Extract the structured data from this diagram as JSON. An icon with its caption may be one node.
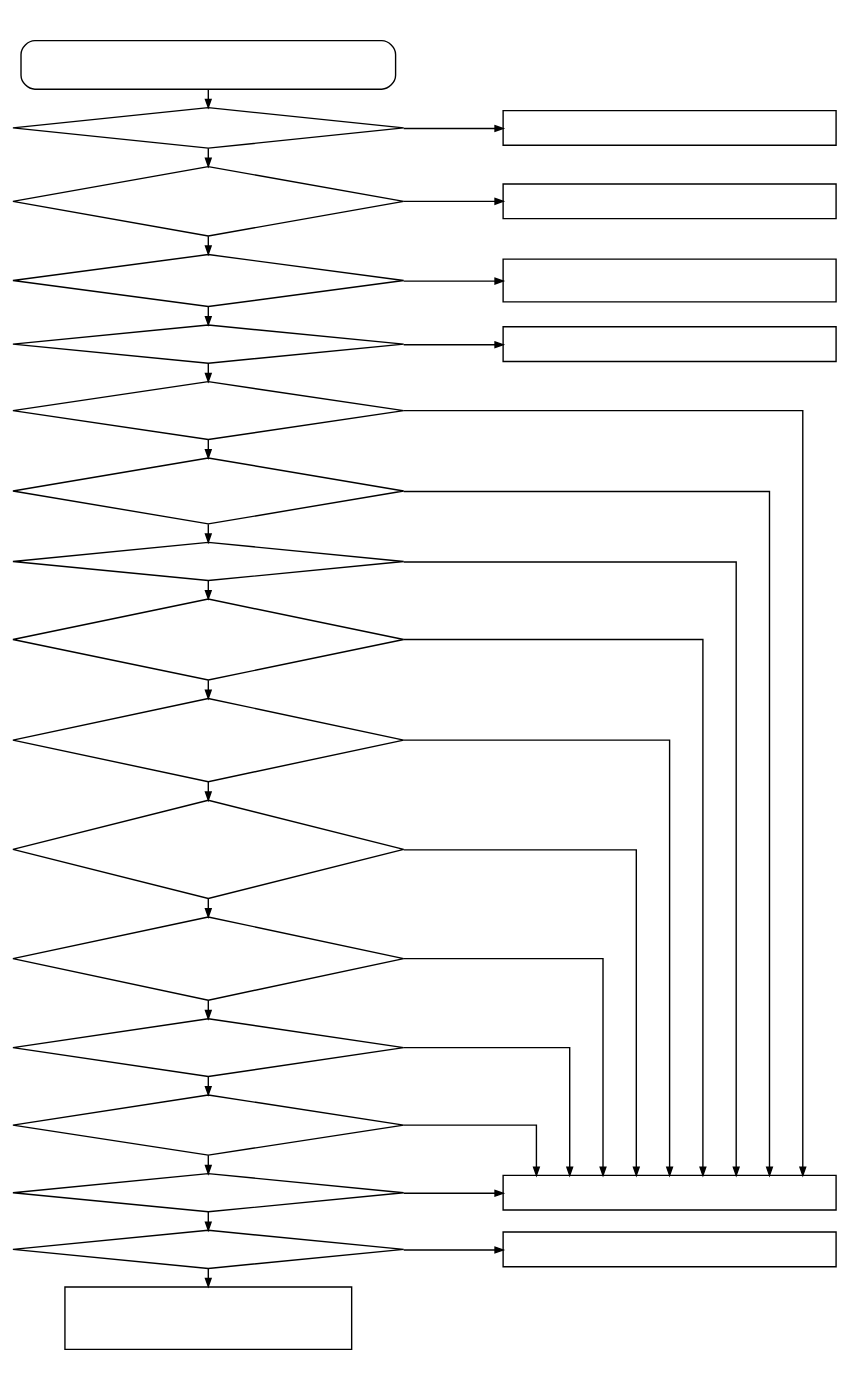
{
  "diagram": {
    "nodes": [
      {
        "text": [],
        "shape": "box"
      },
      {
        "text": [],
        "shape": "diamond"
      },
      {
        "text": [],
        "shape": "box"
      },
      {
        "text": [],
        "shape": "diamond"
      },
      {
        "text": [],
        "shape": "box"
      },
      {
        "text": [],
        "shape": "diamond"
      },
      {
        "text": [],
        "shape": "box"
      },
      {
        "text": [],
        "shape": "diamond"
      },
      {
        "text": [],
        "shape": "box"
      },
      {
        "text": [],
        "shape": "diamond"
      },
      {
        "text": [],
        "shape": "diamond"
      },
      {
        "text": [],
        "shape": "diamond"
      },
      {
        "text": [],
        "shape": "diamond"
      },
      {
        "text": [],
        "shape": "diamond"
      },
      {
        "text": [],
        "shape": "diamond"
      },
      {
        "text": [],
        "shape": "diamond"
      },
      {
        "text": [],
        "shape": "diamond"
      },
      {
        "text": [],
        "shape": "diamond"
      },
      {
        "text": [],
        "shape": "diamond"
      },
      {
        "text": [],
        "shape": "box"
      },
      {
        "text": [],
        "shape": "diamond"
      },
      {
        "text": [],
        "shape": "box"
      },
      {
        "text": [],
        "shape": "box"
      }
    ],
    "edges": [
      {
        "from": 0,
        "to": 1,
        "arrow": "to"
      },
      {
        "from": 1,
        "to": 2,
        "arrow": "to"
      },
      {
        "from": 1,
        "to": 3,
        "arrow": "to"
      },
      {
        "from": 3,
        "to": 4,
        "arrow": "to"
      },
      {
        "from": 3,
        "to": 5,
        "arrow": "to"
      },
      {
        "from": 5,
        "to": 6,
        "arrow": "to"
      },
      {
        "from": 5,
        "to": 7,
        "arrow": "to"
      },
      {
        "from": 7,
        "to": 8,
        "arrow": "to"
      },
      {
        "from": 7,
        "to": 9,
        "arrow": "to"
      },
      {
        "from": 9,
        "to": 19,
        "arrow": "to"
      },
      {
        "from": 9,
        "to": 10,
        "arrow": "to"
      },
      {
        "from": 10,
        "to": 19,
        "arrow": "to"
      },
      {
        "from": 10,
        "to": 11,
        "arrow": "to"
      },
      {
        "from": 11,
        "to": 19,
        "arrow": "to"
      },
      {
        "from": 11,
        "to": 12,
        "arrow": "to"
      },
      {
        "from": 12,
        "to": 19,
        "arrow": "to"
      },
      {
        "from": 12,
        "to": 13,
        "arrow": "to"
      },
      {
        "from": 13,
        "to": 19,
        "arrow": "to"
      },
      {
        "from": 13,
        "to": 14,
        "arrow": "to"
      },
      {
        "from": 14,
        "to": 19,
        "arrow": "to"
      },
      {
        "from": 14,
        "to": 15,
        "arrow": "to"
      },
      {
        "from": 15,
        "to": 19,
        "arrow": "to"
      },
      {
        "from": 15,
        "to": 16,
        "arrow": "to"
      },
      {
        "from": 16,
        "to": 19,
        "arrow": "to"
      },
      {
        "from": 16,
        "to": 17,
        "arrow": "to"
      },
      {
        "from": 17,
        "to": 19,
        "arrow": "to"
      },
      {
        "from": 17,
        "to": 18,
        "arrow": "to"
      },
      {
        "from": 18,
        "to": 19,
        "arrow": "to"
      },
      {
        "from": 18,
        "to": 20,
        "arrow": "to"
      },
      {
        "from": 20,
        "to": 21,
        "arrow": "to"
      },
      {
        "from": 20,
        "to": 22,
        "arrow": "to"
      }
    ]
  }
}
